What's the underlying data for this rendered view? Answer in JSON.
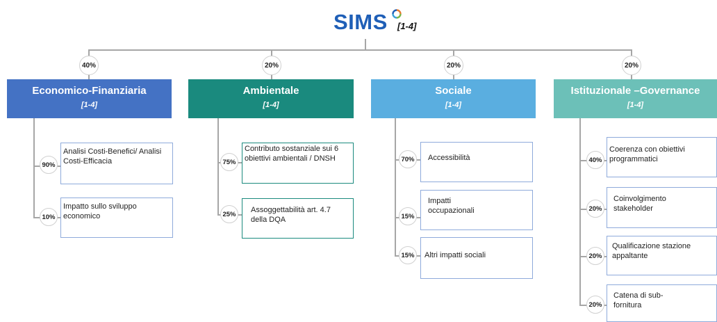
{
  "title": {
    "text": "SIMS",
    "range": "[1-4]",
    "logo": "sims-logo-ring"
  },
  "colors": {
    "title": "#1f5fb7",
    "economico": "#4472c4",
    "ambientale": "#1a8a7e",
    "sociale": "#5aaee0",
    "istituzionale": "#6cc0b8",
    "sub_border": "#8eaadb",
    "connector": "#a6a6a6"
  },
  "categories": [
    {
      "id": "economico",
      "name": "Economico-Finanziaria",
      "range": "[1-4]",
      "weight": "40%",
      "subcriteria": [
        {
          "weight": "90%",
          "label": "Analisi Costi-Benefici/ Analisi Costi-Efficacia"
        },
        {
          "weight": "10%",
          "label": "Impatto sullo sviluppo economico"
        }
      ]
    },
    {
      "id": "ambientale",
      "name": "Ambientale",
      "range": "[1-4]",
      "weight": "20%",
      "subcriteria": [
        {
          "weight": "75%",
          "label": "Contributo sostanziale sui 6 obiettivi ambientali / DNSH"
        },
        {
          "weight": "25%",
          "label": "Assoggettabilità art. 4.7 della DQA"
        }
      ]
    },
    {
      "id": "sociale",
      "name": "Sociale",
      "range": "[1-4]",
      "weight": "20%",
      "subcriteria": [
        {
          "weight": "70%",
          "label": "Accessibilità"
        },
        {
          "weight": "15%",
          "label": "Impatti occupazionali"
        },
        {
          "weight": "15%",
          "label": "Altri impatti sociali"
        }
      ]
    },
    {
      "id": "istituzionale",
      "name": "Istituzionale –Governance",
      "range": "[1-4]",
      "weight": "20%",
      "subcriteria": [
        {
          "weight": "40%",
          "label": "Coerenza con obiettivi programmatici"
        },
        {
          "weight": "20%",
          "label": "Coinvolgimento stakeholder"
        },
        {
          "weight": "20%",
          "label": "Qualificazione stazione appaltante"
        },
        {
          "weight": "20%",
          "label": "Catena di sub-fornitura"
        }
      ]
    }
  ]
}
